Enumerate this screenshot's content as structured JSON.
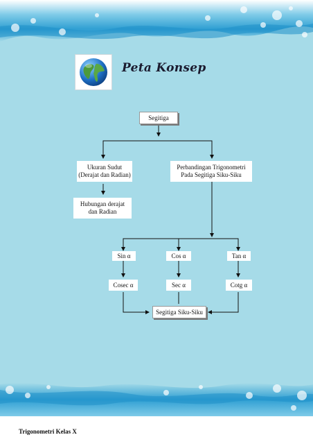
{
  "page": {
    "title": "Peta Konsep",
    "footer": "Trigonometri Kelas X",
    "colors": {
      "background": "#a6dbe8",
      "water": "#3aa7d6",
      "line": "#111111"
    }
  },
  "globe": {
    "icon": "globe-icon"
  },
  "diagram": {
    "root": "Segitiga",
    "ukuran_line1": "Ukuran Sudut",
    "ukuran_line2": "(Derajat dan Radian)",
    "perbandingan_line1": "Perbandingan Trigonometri",
    "perbandingan_line2": "Pada Segitiga Siku-Siku",
    "hubungan_line1": "Hubungan derajat",
    "hubungan_line2": "dan  Radian",
    "sin": "Sin α",
    "cos": "Cos α",
    "tan": "Tan α",
    "cosec": "Cosec α",
    "sec": "Sec α",
    "cotg": "Cotg α",
    "siku": "Segitiga Siku-Siku"
  }
}
